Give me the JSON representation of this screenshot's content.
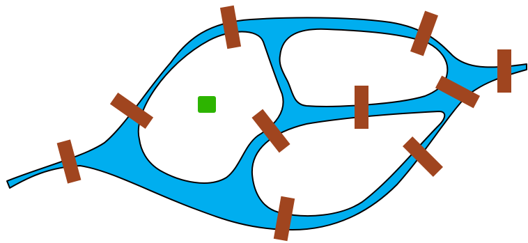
{
  "colors": {
    "water": "#00aeef",
    "land": "#ffffff",
    "outline": "#000000",
    "bridge": "#a0451f",
    "marker": "#2db400"
  },
  "bridges": [
    {
      "id": "bridge-1"
    },
    {
      "id": "bridge-2"
    },
    {
      "id": "bridge-3"
    },
    {
      "id": "bridge-4"
    },
    {
      "id": "bridge-5"
    },
    {
      "id": "bridge-6"
    },
    {
      "id": "bridge-7"
    },
    {
      "id": "bridge-8"
    },
    {
      "id": "bridge-9"
    },
    {
      "id": "bridge-10"
    }
  ],
  "marker": {
    "shape": "square"
  }
}
